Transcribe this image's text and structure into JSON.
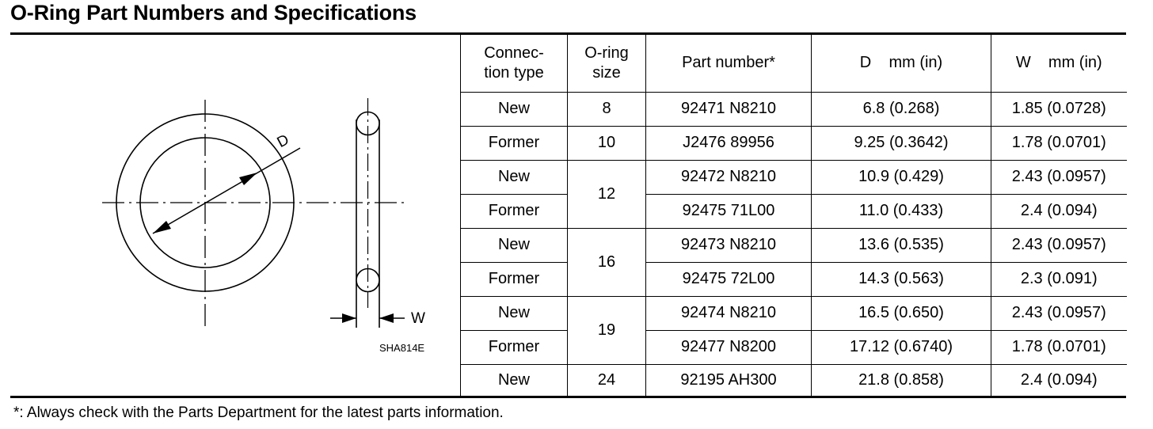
{
  "title": "O-Ring Part Numbers and Specifications",
  "figure": {
    "label_d": "D",
    "label_w": "W",
    "code": "SHA814E"
  },
  "table": {
    "headers": {
      "connection_type": "Connec-tion type",
      "connection_type_line1": "Connec-",
      "connection_type_line2": "tion type",
      "oring_size": "O-ring size",
      "oring_size_line1": "O-ring",
      "oring_size_line2": "size",
      "part_number": "Part number*",
      "d": "D    mm (in)",
      "w": "W    mm (in)"
    },
    "rows": [
      {
        "type": "New",
        "size": "8",
        "part": "92471 N8210",
        "d": "6.8 (0.268)",
        "w": "1.85 (0.0728)"
      },
      {
        "type": "Former",
        "size": "10",
        "part": "J2476 89956",
        "d": "9.25 (0.3642)",
        "w": "1.78 (0.0701)"
      },
      {
        "type": "New",
        "size": "12",
        "part": "92472 N8210",
        "d": "10.9 (0.429)",
        "w": "2.43 (0.0957)"
      },
      {
        "type": "Former",
        "size": "12",
        "part": "92475 71L00",
        "d": "11.0 (0.433)",
        "w": "2.4 (0.094)"
      },
      {
        "type": "New",
        "size": "16",
        "part": "92473 N8210",
        "d": "13.6 (0.535)",
        "w": "2.43 (0.0957)"
      },
      {
        "type": "Former",
        "size": "16",
        "part": "92475 72L00",
        "d": "14.3 (0.563)",
        "w": "2.3 (0.091)"
      },
      {
        "type": "New",
        "size": "19",
        "part": "92474 N8210",
        "d": "16.5 (0.650)",
        "w": "2.43 (0.0957)"
      },
      {
        "type": "Former",
        "size": "19",
        "part": "92477 N8200",
        "d": "17.12 (0.6740)",
        "w": "1.78 (0.0701)"
      },
      {
        "type": "New",
        "size": "24",
        "part": "92195 AH300",
        "d": "21.8 (0.858)",
        "w": "2.4 (0.094)"
      }
    ]
  },
  "footnote": "*: Always check with the Parts Department for the latest parts information."
}
